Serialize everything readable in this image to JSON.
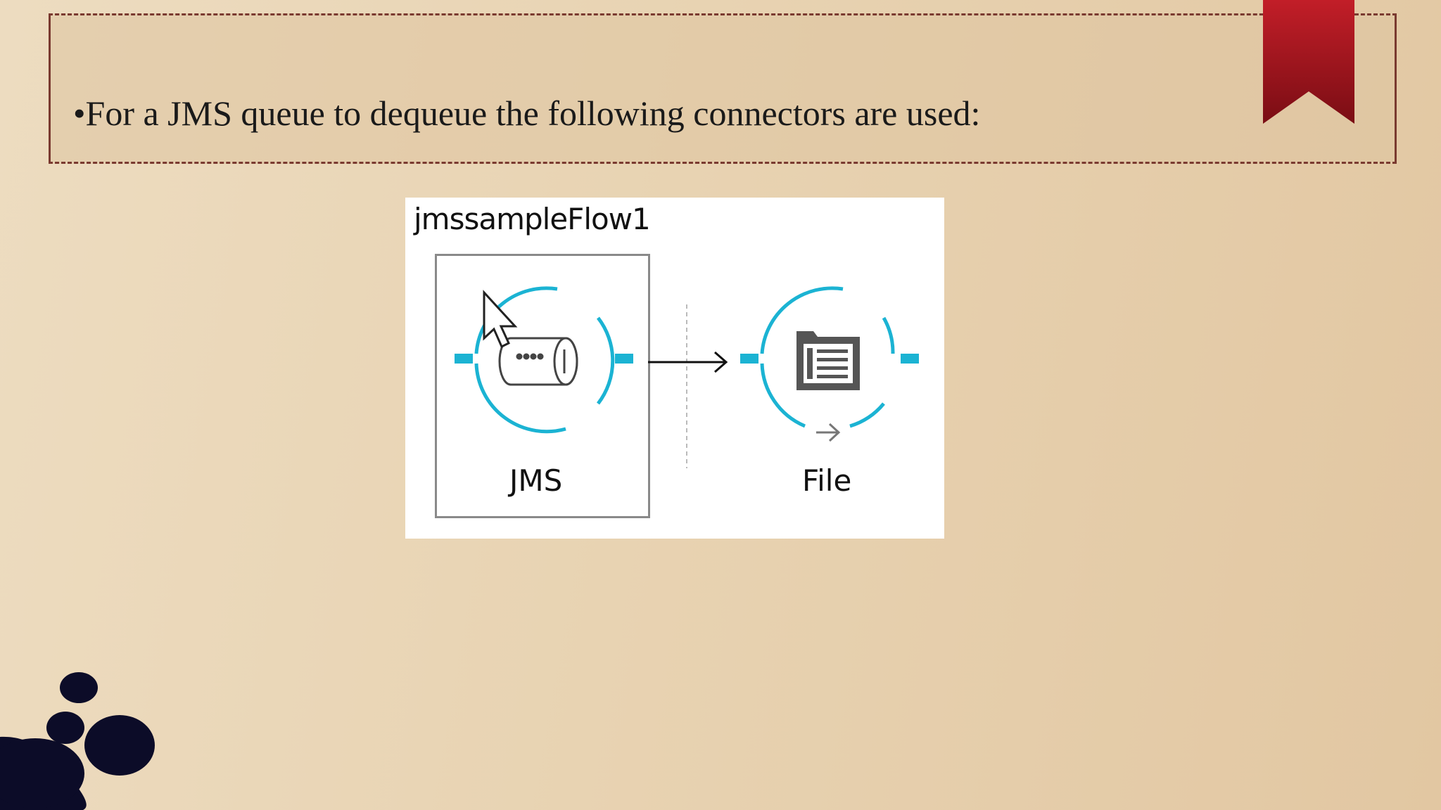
{
  "slide": {
    "bullet": "•For a JMS queue to dequeue the following connectors are used:"
  },
  "flow": {
    "name": "jmssampleFlow1",
    "nodes": [
      {
        "label": "JMS",
        "icon": "jms-queue-icon",
        "selected": true
      },
      {
        "label": "File",
        "icon": "file-icon",
        "selected": false
      }
    ]
  },
  "colors": {
    "connector_ring": "#1bb3d3",
    "frame": "#7a3a30",
    "ribbon": "#a3151f"
  }
}
